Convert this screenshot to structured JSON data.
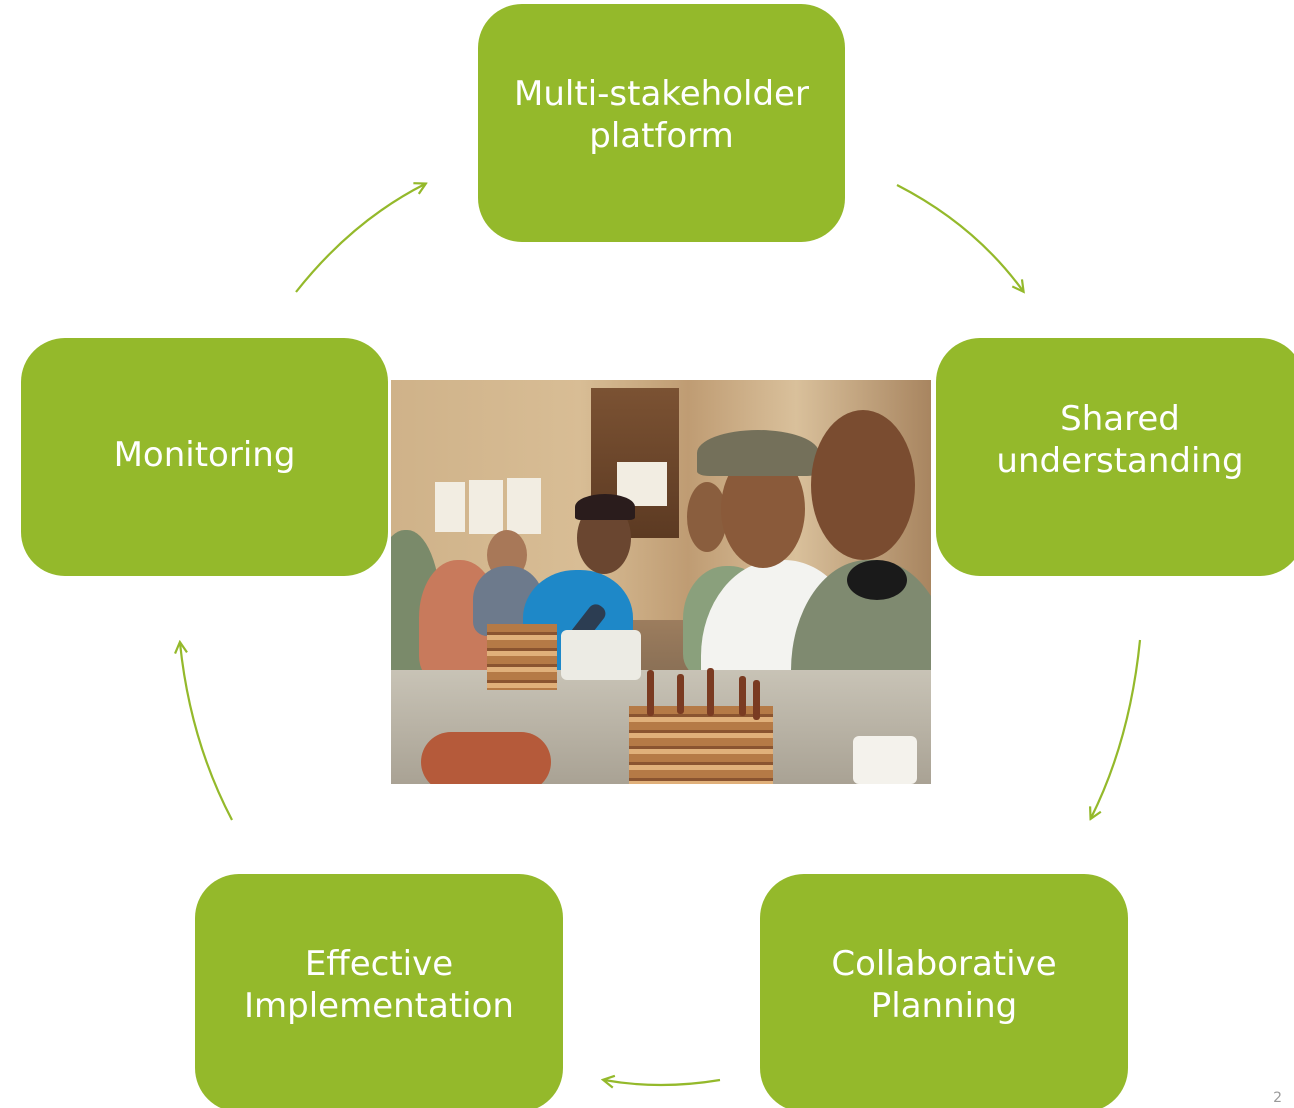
{
  "diagram": {
    "nodes": [
      {
        "id": "top",
        "label": "Multi-stakeholder\nplatform"
      },
      {
        "id": "right",
        "label": "Shared\nunderstanding"
      },
      {
        "id": "bottom-right",
        "label": "Collaborative\nPlanning"
      },
      {
        "id": "bottom-left",
        "label": "Effective\nImplementation"
      },
      {
        "id": "left",
        "label": "Monitoring"
      }
    ],
    "colors": {
      "node_fill": "#94b92b",
      "node_text": "#ffffff",
      "arrow": "#94b92b"
    },
    "cycle_direction": "clockwise"
  },
  "photo": {
    "subject": "photo-of-meeting-participants"
  },
  "footer": {
    "page_number": "2"
  }
}
